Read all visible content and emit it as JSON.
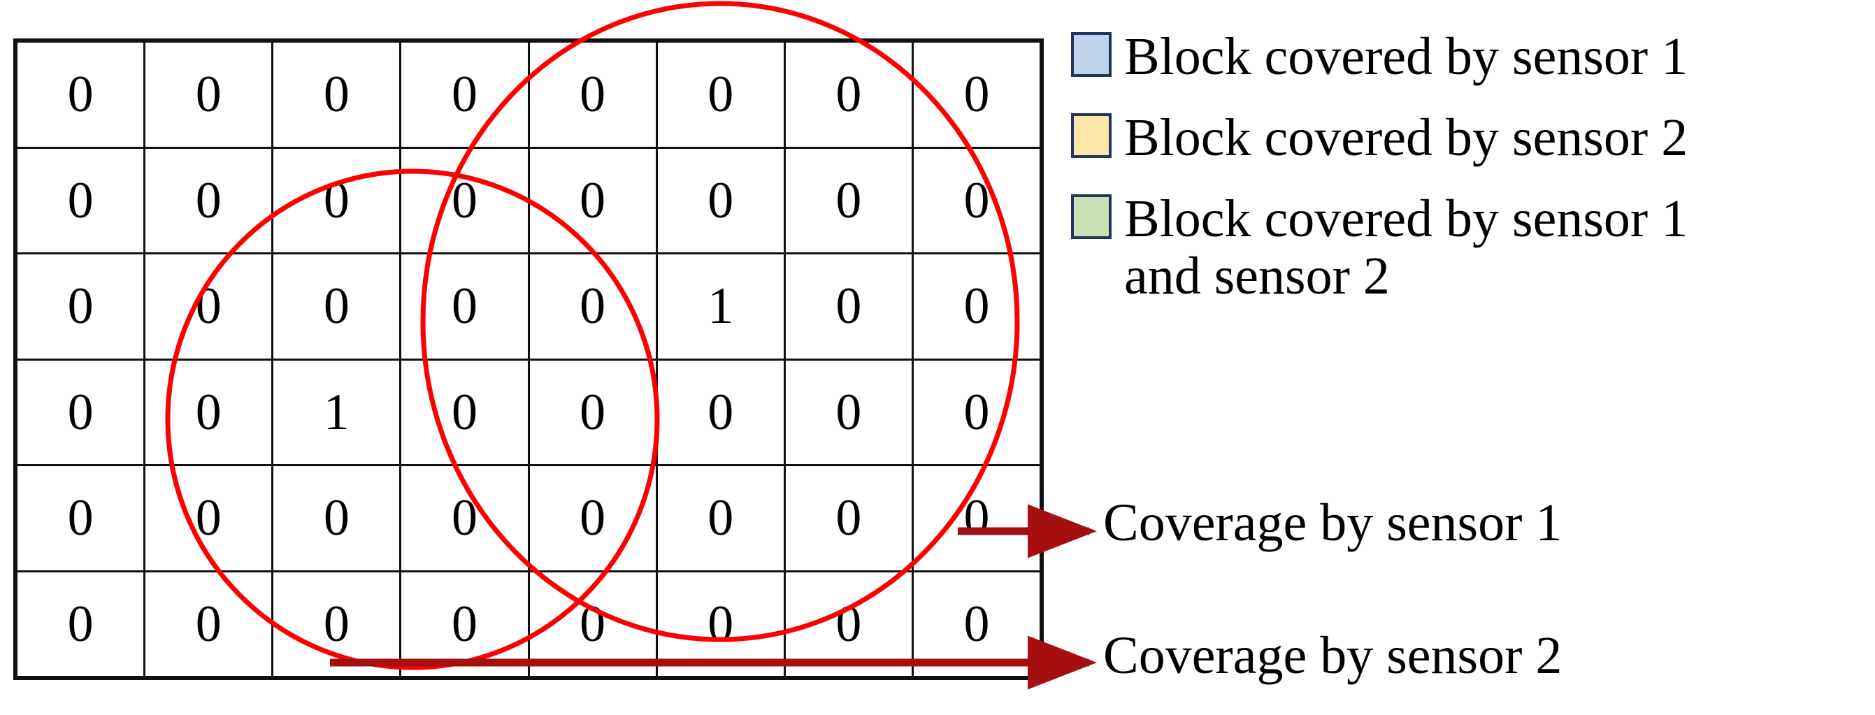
{
  "figure": {
    "type": "grid-coverage-diagram",
    "grid": {
      "rows": 6,
      "cols": 8,
      "cells": [
        [
          {
            "v": "0",
            "fill": "white"
          },
          {
            "v": "0",
            "fill": "white"
          },
          {
            "v": "0",
            "fill": "white"
          },
          {
            "v": "0",
            "fill": "white"
          },
          {
            "v": "0",
            "fill": "white"
          },
          {
            "v": "0",
            "fill": "blue"
          },
          {
            "v": "0",
            "fill": "white"
          },
          {
            "v": "0",
            "fill": "white"
          }
        ],
        [
          {
            "v": "0",
            "fill": "white"
          },
          {
            "v": "0",
            "fill": "white"
          },
          {
            "v": "0",
            "fill": "white"
          },
          {
            "v": "0",
            "fill": "white"
          },
          {
            "v": "0",
            "fill": "blue"
          },
          {
            "v": "0",
            "fill": "blue"
          },
          {
            "v": "0",
            "fill": "blue"
          },
          {
            "v": "0",
            "fill": "white"
          }
        ],
        [
          {
            "v": "0",
            "fill": "white"
          },
          {
            "v": "0",
            "fill": "yellow"
          },
          {
            "v": "0",
            "fill": "yellow"
          },
          {
            "v": "0",
            "fill": "green"
          },
          {
            "v": "0",
            "fill": "blue"
          },
          {
            "v": "1",
            "fill": "blue"
          },
          {
            "v": "0",
            "fill": "blue"
          },
          {
            "v": "0",
            "fill": "blue"
          }
        ],
        [
          {
            "v": "0",
            "fill": "white"
          },
          {
            "v": "0",
            "fill": "yellow"
          },
          {
            "v": "1",
            "fill": "yellow"
          },
          {
            "v": "0",
            "fill": "yellow"
          },
          {
            "v": "0",
            "fill": "blue"
          },
          {
            "v": "0",
            "fill": "blue"
          },
          {
            "v": "0",
            "fill": "blue"
          },
          {
            "v": "0",
            "fill": "white"
          }
        ],
        [
          {
            "v": "0",
            "fill": "white"
          },
          {
            "v": "0",
            "fill": "yellow"
          },
          {
            "v": "0",
            "fill": "yellow"
          },
          {
            "v": "0",
            "fill": "yellow"
          },
          {
            "v": "0",
            "fill": "white"
          },
          {
            "v": "0",
            "fill": "blue"
          },
          {
            "v": "0",
            "fill": "white"
          },
          {
            "v": "0",
            "fill": "white"
          }
        ],
        [
          {
            "v": "0",
            "fill": "white"
          },
          {
            "v": "0",
            "fill": "white"
          },
          {
            "v": "0",
            "fill": "white"
          },
          {
            "v": "0",
            "fill": "white"
          },
          {
            "v": "0",
            "fill": "white"
          },
          {
            "v": "0",
            "fill": "white"
          },
          {
            "v": "0",
            "fill": "white"
          },
          {
            "v": "0",
            "fill": "white"
          }
        ]
      ]
    },
    "legend": {
      "items": [
        {
          "swatch": "blue",
          "swatch_color": "#bdd4ea",
          "label": "Block covered by sensor 1"
        },
        {
          "swatch": "yellow",
          "swatch_color": "#fce5a8",
          "label": "Block covered by sensor 2"
        },
        {
          "swatch": "green",
          "swatch_color": "#cbe0b4",
          "label": "Block covered by sensor 1\nand sensor 2"
        }
      ]
    },
    "callouts": [
      {
        "label": "Coverage by sensor 1",
        "arrow_color": "#a50f0f"
      },
      {
        "label": "Coverage by sensor 2",
        "arrow_color": "#a50f0f"
      }
    ],
    "coverage_shapes": [
      {
        "name": "sensor-1-coverage-ellipse",
        "color": "#ff0000"
      },
      {
        "name": "sensor-2-coverage-ellipse",
        "color": "#ff0000"
      }
    ],
    "colors": {
      "sensor1_fill": "#bdd4ea",
      "sensor2_fill": "#fce5a8",
      "both_fill": "#a9cf8e",
      "ellipse_stroke": "#ff0000",
      "arrow": "#a50f0f",
      "grid_line": "#111111",
      "swatch_border": "#20365c"
    }
  }
}
